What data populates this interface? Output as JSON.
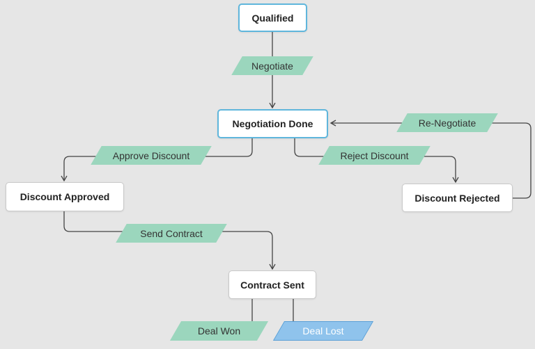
{
  "colors": {
    "background": "#e6e6e6",
    "node_fill": "#ffffff",
    "active_border": "#5fb6dc",
    "transition_fill": "#9bd6bd",
    "lost_fill": "#8fc3ec",
    "connector": "#444444"
  },
  "nodes": {
    "qualified": "Qualified",
    "negotiation_done": "Negotiation Done",
    "discount_approved": "Discount Approved",
    "discount_rejected": "Discount Rejected",
    "contract_sent": "Contract Sent"
  },
  "transitions": {
    "negotiate": "Negotiate",
    "re_negotiate": "Re-Negotiate",
    "approve_discount": "Approve Discount",
    "reject_discount": "Reject Discount",
    "send_contract": "Send Contract",
    "deal_won": "Deal Won",
    "deal_lost": "Deal Lost"
  }
}
